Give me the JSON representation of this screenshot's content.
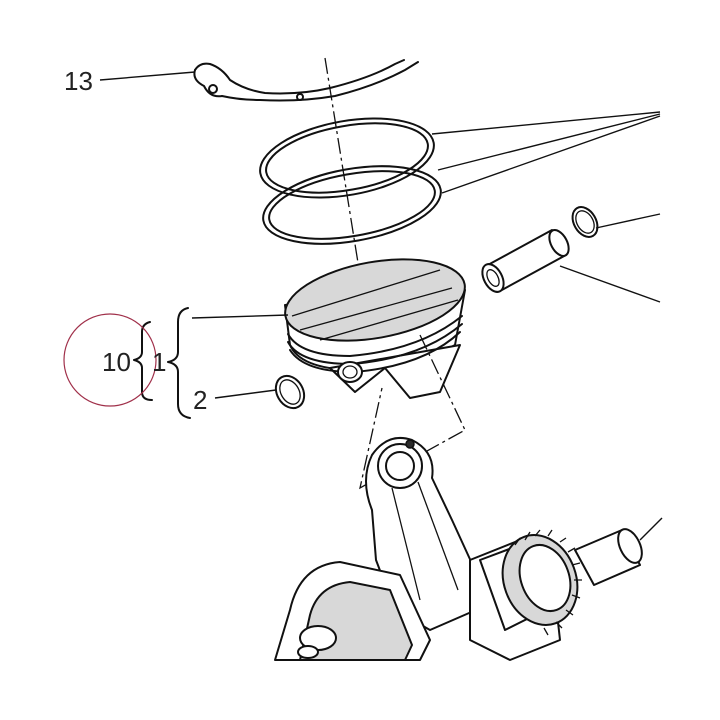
{
  "callouts": {
    "gasket": "13",
    "kit": "10",
    "piston": "1",
    "circlip": "2"
  },
  "colors": {
    "highlight_circle": "#a0304a",
    "line": "#111111",
    "shade": "#d8d8d8"
  }
}
